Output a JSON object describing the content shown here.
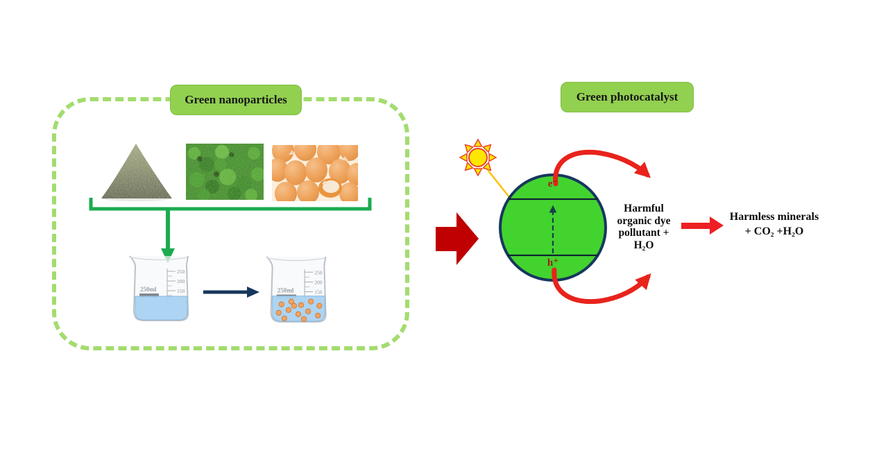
{
  "left_panel": {
    "title": "Green nanoparticles",
    "sources": [
      "green nanoparticle powder",
      "green algae/moss biomass",
      "eggshells"
    ],
    "beaker_volume_label": "250ml",
    "beaker_scale_marks": [
      "250",
      "200",
      "150"
    ]
  },
  "right_panel": {
    "title": "Green photocatalyst",
    "electron_label": "e⁻",
    "hole_label": "h⁺",
    "harmful_lines": [
      "Harmful",
      "organic dye",
      "pollutant +",
      "H₂O"
    ],
    "harmless_lines": [
      "Harmless minerals",
      "+ CO₂ +H₂O"
    ]
  },
  "icons": {
    "sun": "sun-icon",
    "process_arrow": "block-right-arrow-icon",
    "degradation_arrow": "thick-right-arrow-icon",
    "grouping_bracket": "bracket-icon"
  },
  "colors": {
    "label_background": "#92d050",
    "dashed_border": "#a3dc6f",
    "bracket_green": "#1cab50",
    "mixing_arrow_navy": "#17365d",
    "process_arrow_red": "#c00000",
    "transfer_arrow_red": "#e8231c",
    "particle_green": "#43d32e",
    "particle_border": "#17375e",
    "sun_yellow": "#ffe600",
    "sun_outline": "#e8432c",
    "light_ray_yellow": "#ffc000",
    "charge_label_red": "#9c2012",
    "liquid_blue": "#a9d3f2",
    "nanoparticle_orange": "#f2a264"
  }
}
